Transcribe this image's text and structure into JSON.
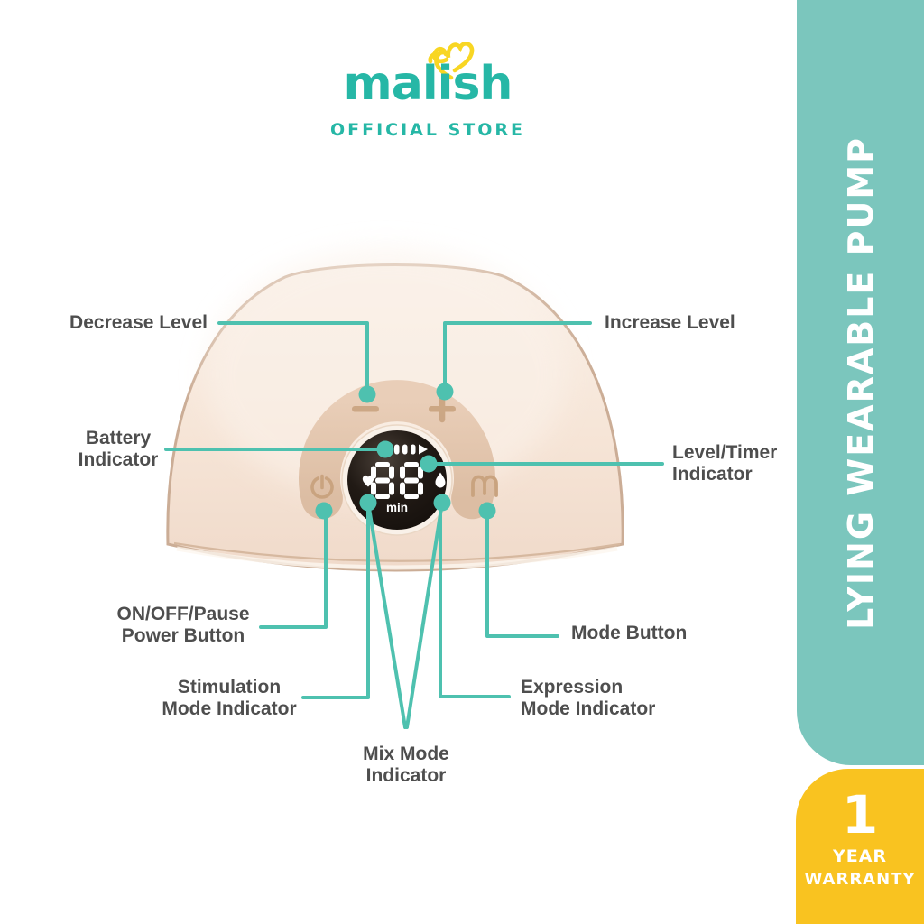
{
  "brand": {
    "logo_text": "malish",
    "store_label": "OFFICIAL STORE",
    "logo_color": "#26B7A6",
    "butterfly_color": "#F8D623"
  },
  "side_banner": {
    "label": "LYING WEARABLE PUMP",
    "color": "#7BC6BD"
  },
  "warranty_badge": {
    "number": "1",
    "year_label": "YEAR",
    "warranty_label": "WARRANTY",
    "color": "#F9C320"
  },
  "device": {
    "display": {
      "value": "88",
      "unit_label": "min",
      "icons": [
        "battery-level-icon",
        "heart-stimulation-icon",
        "drop-expression-icon"
      ]
    },
    "buttons": [
      "minus-icon",
      "plus-icon",
      "power-icon",
      "mode-m-icon"
    ]
  },
  "callouts": {
    "decrease_level": {
      "label": "Decrease Level"
    },
    "increase_level": {
      "label": "Increase Level"
    },
    "battery_indicator": {
      "label": "Battery\nIndicator"
    },
    "level_timer_indicator": {
      "label": "Level/Timer\nIndicator"
    },
    "power_button": {
      "label": "ON/OFF/Pause\nPower Button"
    },
    "mode_button": {
      "label": "Mode Button"
    },
    "stimulation_mode": {
      "label": "Stimulation\nMode Indicator"
    },
    "expression_mode": {
      "label": "Expression\nMode Indicator"
    },
    "mix_mode": {
      "label": "Mix Mode\nIndicator"
    }
  },
  "colors": {
    "callout_line": "#4EC1AF",
    "label_text": "#4E4E4E",
    "device_body": "#F6E5D7",
    "device_panel": "#E3C5AE",
    "device_glyph": "#C9A37F"
  }
}
